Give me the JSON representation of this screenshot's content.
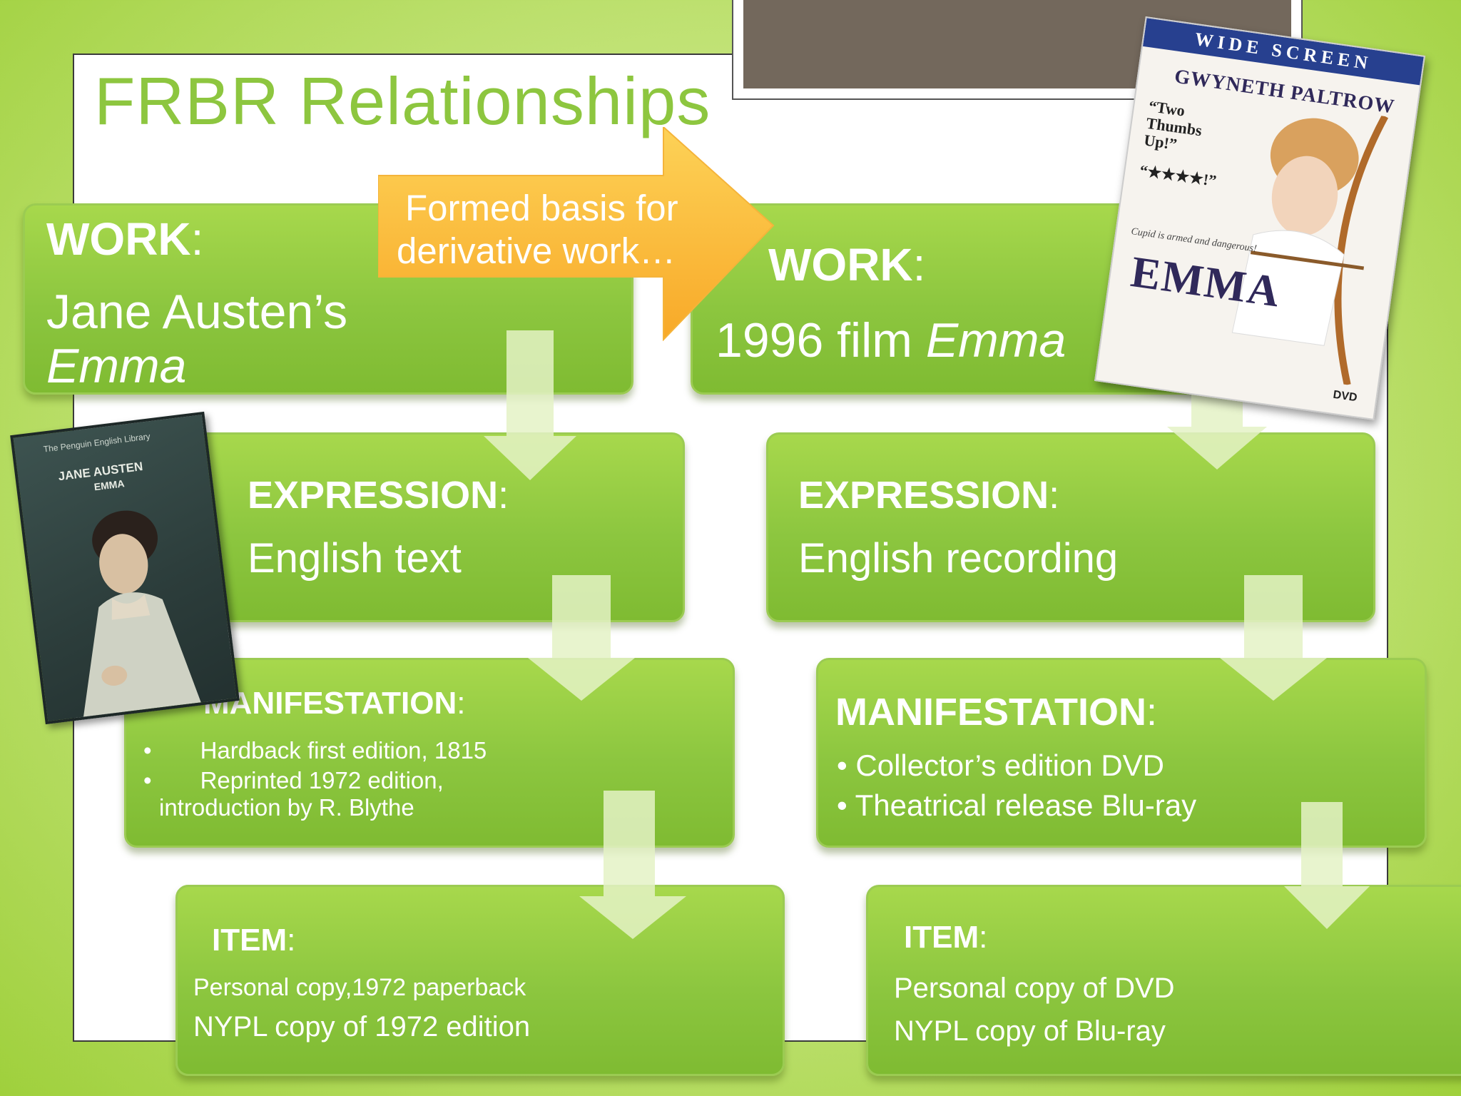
{
  "title": "FRBR Relationships",
  "callout": {
    "text": "Formed basis for derivative work…",
    "line1": "Formed basis for",
    "line2": "derivative work…"
  },
  "left": {
    "work": {
      "label": "WORK",
      "line1": "Jane Austen’s",
      "line2": "Emma"
    },
    "expression": {
      "label": "EXPRESSION",
      "text": "English text"
    },
    "manifestation": {
      "label": "MANIFESTATION",
      "items": [
        "Hardback first edition, 1815",
        "Reprinted 1972 edition,"
      ],
      "continuation": "introduction by R. Blythe"
    },
    "item": {
      "label": "ITEM",
      "lines": [
        "Personal copy,1972 paperback",
        "NYPL copy of 1972 edition"
      ]
    }
  },
  "right": {
    "work": {
      "label": "WORK",
      "prefix": "1996 film ",
      "emph": "Emma"
    },
    "expression": {
      "label": "EXPRESSION",
      "text": "English recording"
    },
    "manifestation": {
      "label": "MANIFESTATION",
      "items": [
        "Collector’s edition DVD",
        "Theatrical release Blu-ray"
      ]
    },
    "item": {
      "label": "ITEM",
      "lines": [
        "Personal copy of DVD",
        "NYPL copy of Blu-ray"
      ]
    }
  },
  "book_cover": {
    "series": "The Penguin English Library",
    "author": "JANE AUSTEN",
    "title": "EMMA"
  },
  "dvd_cover": {
    "banner": "WIDE SCREEN",
    "star": "GWYNETH PALTROW",
    "quote1": "“Two Thumbs Up!”",
    "quote2": "“★★★★!”",
    "tagline": "Cupid is armed and dangerous!",
    "title": "EMMA",
    "logo": "DVD"
  },
  "colors": {
    "accent": "#8dc63f",
    "callout": "#fbb731",
    "slate": "#73685c"
  }
}
